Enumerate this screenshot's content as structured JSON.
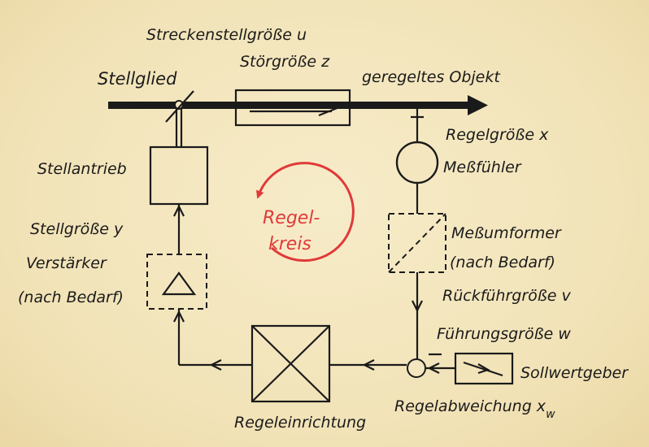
{
  "labels": {
    "streckenstellgroesse": "Streckenstellgröße u",
    "stoergroesse": "Störgröße z",
    "stellglied": "Stellglied",
    "geregeltes_objekt": "geregeltes Objekt",
    "regelgroesse": "Regelgröße x",
    "messfuehler": "Meßfühler",
    "stellantrieb": "Stellantrieb",
    "regelkreis_1": "Regel-",
    "regelkreis_2": "kreis",
    "stellgroesse": "Stellgröße y",
    "verstaerker": "Verstärker",
    "nach_bedarf_left": "(nach Bedarf)",
    "messumformer": "Meßumformer",
    "nach_bedarf_right": "(nach Bedarf)",
    "rueckfuehrgroesse": "Rückführgröße v",
    "fuehrungsgroesse": "Führungsgröße w",
    "sollwertgeber": "Sollwertgeber",
    "regeleinrichtung": "Regeleinrichtung",
    "regelabweichung": "Regelabweichung x",
    "regelabweichung_sub": "w"
  },
  "colors": {
    "ink": "#1a1a1a",
    "accent_red": "#e03a3a",
    "paper": "#f4e7c0"
  }
}
